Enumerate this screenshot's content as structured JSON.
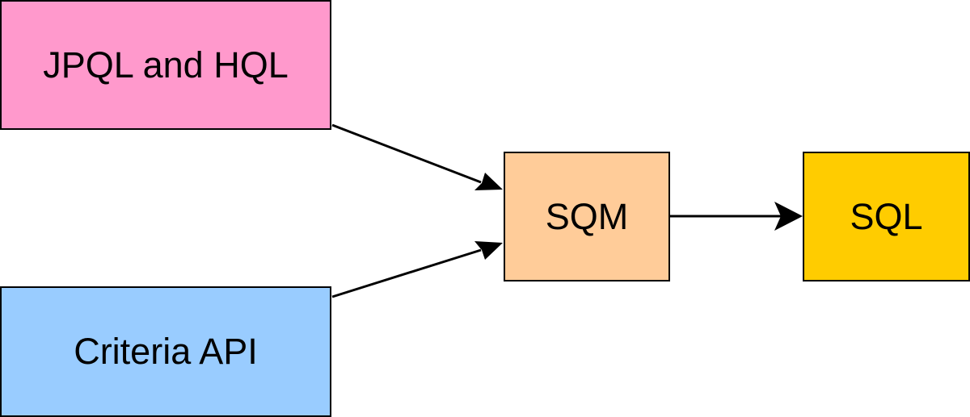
{
  "diagram": {
    "nodes": [
      {
        "id": "jpql",
        "label": "JPQL and HQL",
        "fill": "#ff99cc"
      },
      {
        "id": "criteria",
        "label": "Criteria API",
        "fill": "#99ccff"
      },
      {
        "id": "sqm",
        "label": "SQM",
        "fill": "#ffcc99"
      },
      {
        "id": "sql",
        "label": "SQL",
        "fill": "#ffcc00"
      }
    ],
    "edges": [
      {
        "from": "jpql",
        "to": "sqm"
      },
      {
        "from": "criteria",
        "to": "sqm"
      },
      {
        "from": "sqm",
        "to": "sql"
      }
    ],
    "edge_color": "#000000"
  }
}
